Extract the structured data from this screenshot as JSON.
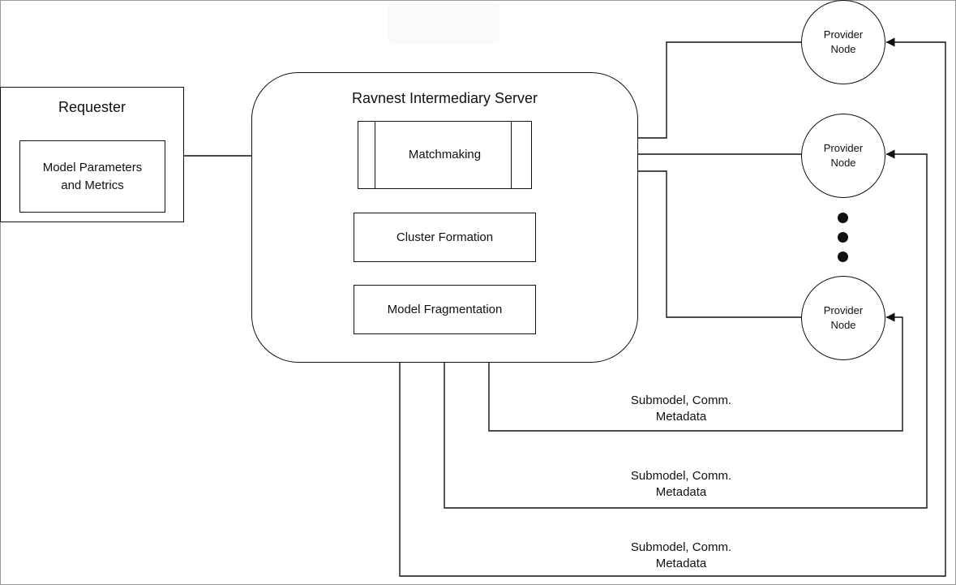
{
  "requester": {
    "title": "Requester",
    "inner_label": "Model Parameters and Metrics"
  },
  "server": {
    "title": "Ravnest Intermediary Server",
    "steps": {
      "matchmaking": "Matchmaking",
      "cluster_formation": "Cluster Formation",
      "model_fragmentation": "Model Fragmentation"
    }
  },
  "providers": {
    "node_label": "Provider Node",
    "nodes": [
      "Provider Node",
      "Provider Node",
      "Provider Node"
    ]
  },
  "edges": {
    "labels": [
      "Submodel, Comm. Metadata",
      "Submodel, Comm. Metadata",
      "Submodel, Comm. Metadata"
    ]
  },
  "colors": {
    "stroke": "#111111",
    "background": "#ffffff"
  }
}
